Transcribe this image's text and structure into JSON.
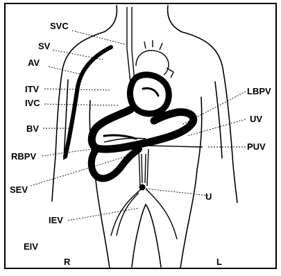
{
  "figure": {
    "labels": {
      "svc": "SVC",
      "sv": "SV",
      "av": "AV",
      "itv": "ITV",
      "ivc": "IVC",
      "bv": "BV",
      "rbpv": "RBPV",
      "sev": "SEV",
      "iev": "IEV",
      "eiv": "EIV",
      "r": "R",
      "l": "L",
      "lbpv": "LBPV",
      "uv": "UV",
      "puv": "PUV",
      "u": "U"
    }
  }
}
